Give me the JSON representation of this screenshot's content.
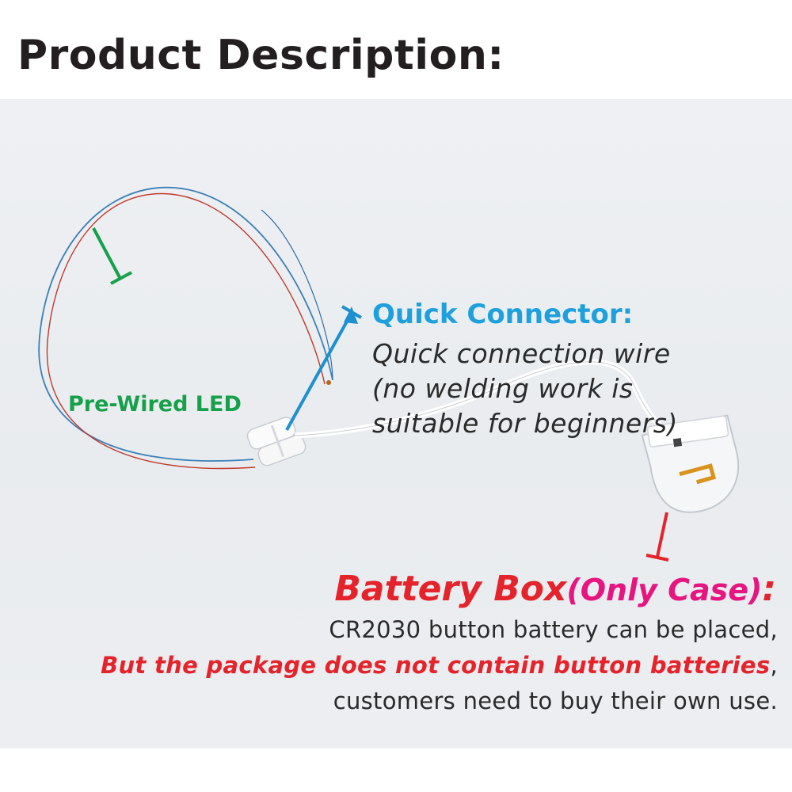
{
  "header": {
    "title": "Product Description:"
  },
  "labels": {
    "pre_wired_led": "Pre-Wired LED",
    "quick_connector": {
      "title": "Quick Connector:",
      "lines": [
        "Quick connection wire",
        "(no welding work is",
        "suitable for beginners)"
      ]
    },
    "battery_box": {
      "title_main": "Battery Box",
      "title_sub": "(Only Case)",
      "title_end": ":",
      "line1": "CR2030 button battery can be placed,",
      "line2_warning": "But the package does not contain button batteries",
      "line2_end": ",",
      "line3": "customers need to buy their own use."
    }
  },
  "colors": {
    "title": "#231f20",
    "led_label": "#17a04a",
    "quick_connector": "#1ea0dd",
    "battery_red": "#e4232b",
    "battery_pink": "#e6157f",
    "body_text": "#2a2a2a",
    "background_photo": "#eceef1"
  },
  "icons": {
    "led_arrow": "green-t-arrow-icon",
    "connector_arrow": "blue-t-arrow-icon",
    "battery_arrow": "red-t-arrow-icon"
  }
}
